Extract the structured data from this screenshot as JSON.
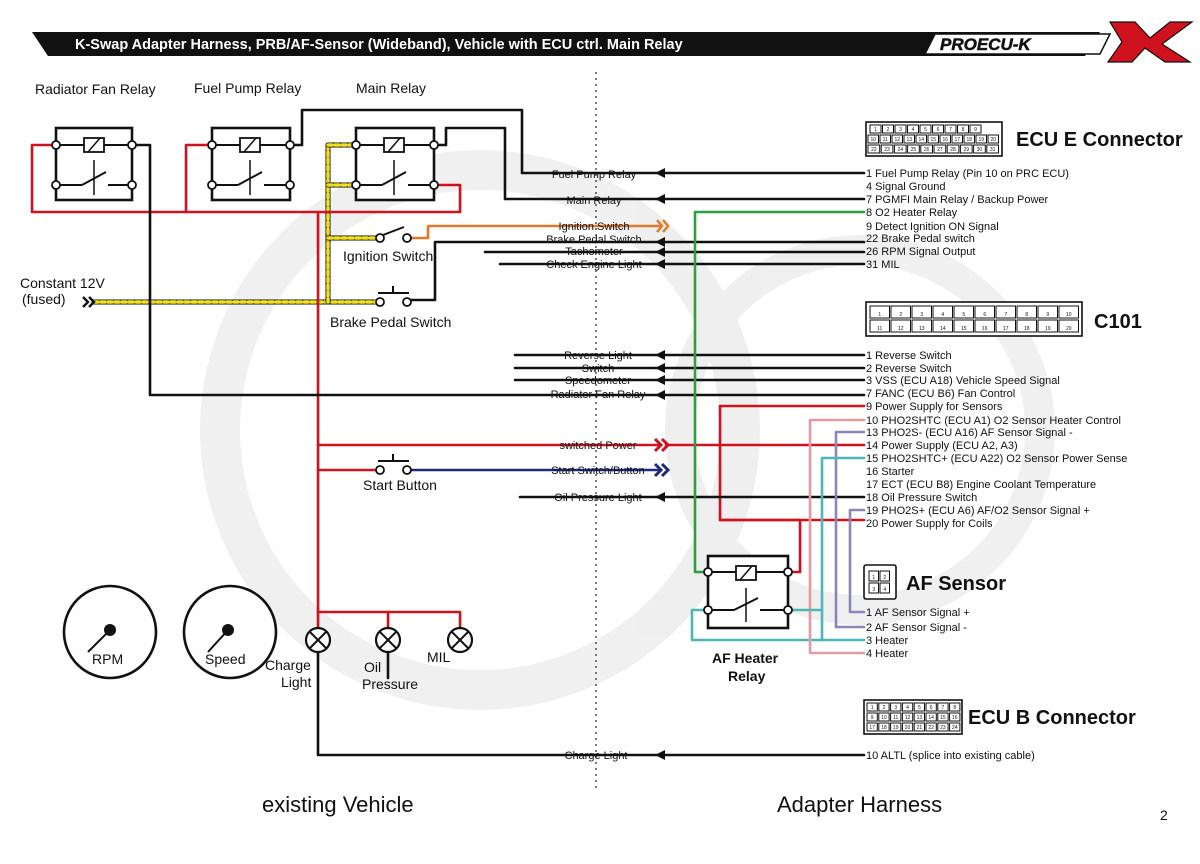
{
  "header": {
    "title": "K-Swap Adapter Harness, PRB/AF-Sensor (Wideband), Vehicle with ECU ctrl. Main Relay",
    "brand": "PROECU-K"
  },
  "relays": {
    "radiator_fan": "Radiator Fan Relay",
    "fuel_pump": "Fuel Pump Relay",
    "main": "Main Relay",
    "af_heater_line1": "AF Heater",
    "af_heater_line2": "Relay"
  },
  "switches": {
    "ignition": "Ignition Switch",
    "brake": "Brake Pedal Switch",
    "start": "Start Button"
  },
  "constant": {
    "line1": "Constant 12V",
    "line2": "(fused)"
  },
  "gauges": {
    "rpm": "RPM",
    "speed": "Speed"
  },
  "lamps": {
    "charge_line1": "Charge",
    "charge_line2": "Light",
    "oil_line1": "Oil",
    "oil_line2": "Pressure",
    "mil": "MIL"
  },
  "signals": {
    "fuel_pump_relay": "Fuel Pump Relay",
    "main_relay": "Main Relay",
    "ignition_switch": "Ignition Switch",
    "brake_pedal_switch": "Brake Pedal Switch",
    "tachometer": "Tachometer",
    "check_engine_light": "Check Engine Light",
    "reverse_light": "Reverse Light",
    "switch": "Switch",
    "speedometer": "Speedometer",
    "radiator_fan_relay": "Radiator Fan Relay",
    "switched_power": "switched Power",
    "start_switch": "Start Switch/Button",
    "oil_pressure_light": "Oil Pressure Light",
    "charge_light": "Charge Light"
  },
  "connectors": {
    "ecu_e": {
      "title": "ECU E Connector",
      "top_pins": [
        "1",
        "2",
        "3",
        "4",
        "5",
        "6",
        "7",
        "8",
        "9"
      ],
      "mid_pins": [
        "10",
        "11",
        "12",
        "13",
        "14",
        "15",
        "16",
        "17",
        "18",
        "19",
        "20"
      ],
      "bot_pins": [
        "22",
        "23",
        "24",
        "25",
        "26",
        "27",
        "28",
        "29",
        "30",
        "31"
      ],
      "pins": [
        "1   Fuel Pump Relay (Pin 10 on PRC ECU)",
        "4   Signal Ground",
        "7   PGMFI Main Relay / Backup Power",
        "8   O2 Heater Relay",
        "9   Detect Ignition ON Signal",
        "22 Brake Pedal switch",
        "26 RPM Signal Output",
        "31 MIL"
      ]
    },
    "c101": {
      "title": "C101",
      "top_pins": [
        "1",
        "2",
        "3",
        "4",
        "5",
        "6",
        "7",
        "8",
        "9",
        "10"
      ],
      "bot_pins": [
        "11",
        "12",
        "13",
        "14",
        "15",
        "16",
        "17",
        "18",
        "19",
        "20"
      ],
      "pins": [
        "1   Reverse Switch",
        "2   Reverse Switch",
        "3   VSS (ECU A18) Vehicle Speed Signal",
        "7   FANC (ECU B6) Fan Control",
        "9   Power Supply for Sensors",
        "10 PHO2SHTC (ECU A1) O2 Sensor Heater Control",
        "13 PHO2S- (ECU A16) AF Sensor Signal -",
        "14 Power Supply (ECU A2, A3)",
        "15 PHO2SHTC+ (ECU A22) O2 Sensor Power Sense",
        "16 Starter",
        "17 ECT (ECU B8) Engine Coolant Temperature",
        "18 Oil Pressure Switch",
        "19 PHO2S+ (ECU A6) AF/O2 Sensor Signal +",
        "20 Power Supply for Coils"
      ]
    },
    "af_sensor": {
      "title": "AF Sensor",
      "pin_ids": [
        "1",
        "2",
        "3",
        "4"
      ],
      "pins": [
        "1   AF Sensor Signal +",
        "2   AF Sensor Signal -",
        "3   Heater",
        "4   Heater"
      ]
    },
    "ecu_b": {
      "title": "ECU B Connector",
      "top_pins": [
        "1",
        "2",
        "3",
        "4",
        "5",
        "6",
        "7",
        "8"
      ],
      "mid_pins": [
        "9",
        "10",
        "11",
        "12",
        "13",
        "14",
        "15",
        "16"
      ],
      "bot_pins": [
        "17",
        "18",
        "19",
        "20",
        "21",
        "22",
        "23",
        "24"
      ],
      "pins": [
        "10  ALTL (splice into existing cable)"
      ]
    }
  },
  "footer": {
    "left": "existing Vehicle",
    "right": "Adapter Harness",
    "page": "2"
  },
  "colors": {
    "power": "#d0121f",
    "ground_signal": "#111111",
    "o2_heater": "#2e9e3f",
    "ignition": "#e07a2b",
    "starter": "#1f2a7a",
    "constant_12v": "#f2df1c",
    "brand_accent": "#d0121f"
  }
}
